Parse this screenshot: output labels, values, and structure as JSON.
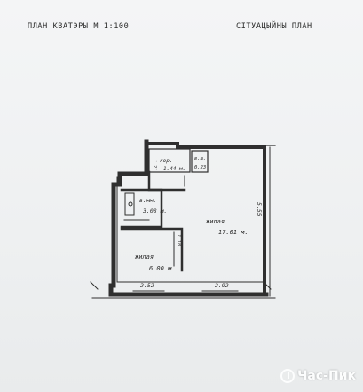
{
  "header": {
    "left_title": "ПЛАН КВАТЭРЫ  М 1:100",
    "right_title": "СІТУАЦЫЙНЫ   ПЛАН"
  },
  "rooms": {
    "corridor": {
      "name": "кор.",
      "area": "1.44 м."
    },
    "closet": {
      "name": "в.ш.",
      "area": "0.23"
    },
    "bath": {
      "name": "в.мм.",
      "area": "3.08 м."
    },
    "living_big": {
      "name": "жилая",
      "area": "17.01 м."
    },
    "living_small": {
      "name": "жилая",
      "area": "6.00 м."
    }
  },
  "dimensions": {
    "right_height": "5.55",
    "corridor_width": "1.21",
    "partition": "1.18",
    "bottom_left": "2.52",
    "bottom_right": "2.92"
  },
  "watermark": {
    "text": "Час-Пик"
  }
}
